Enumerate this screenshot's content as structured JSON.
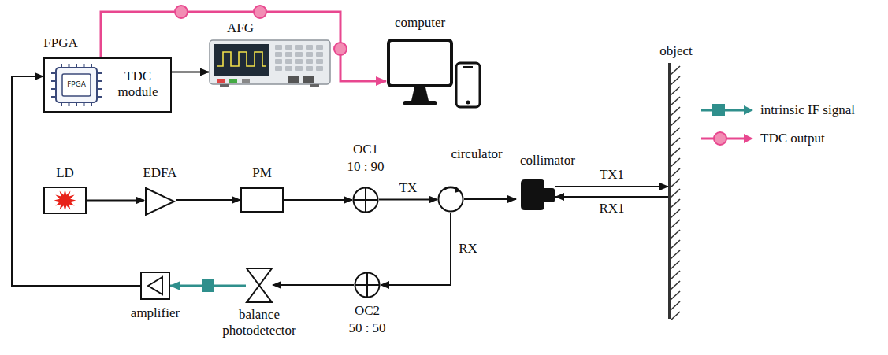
{
  "diagram": {
    "nodes": [
      {
        "text": [
          "FPGA",
          "TDC module"
        ]
      },
      {
        "text": [
          "FPGA"
        ],
        "in": 0
      },
      {
        "text": [
          "AFG"
        ]
      },
      {
        "text": [
          "computer"
        ]
      },
      {
        "text": [
          "LD"
        ]
      },
      {
        "text": [
          "EDFA"
        ]
      },
      {
        "text": [
          "PM"
        ]
      },
      {
        "text": [
          "OC1",
          "10 : 90"
        ]
      },
      {
        "text": [
          "circulator"
        ]
      },
      {
        "text": [
          "collimator"
        ]
      },
      {
        "text": [
          "object"
        ]
      },
      {
        "text": [
          "OC2",
          "50 : 50"
        ]
      },
      {
        "text": [
          "balance photodetector"
        ]
      },
      {
        "text": [
          "amplifier"
        ]
      }
    ],
    "edges": [
      {
        "from": 0,
        "to": 2,
        "arrow": "to"
      },
      {
        "from": 0,
        "to": 3,
        "arrow": "to"
      },
      {
        "from": 4,
        "to": 5,
        "arrow": "to"
      },
      {
        "from": 5,
        "to": 6,
        "arrow": "to"
      },
      {
        "from": 6,
        "to": 7,
        "arrow": "to"
      },
      {
        "from": 7,
        "to": 8,
        "label": "TX",
        "arrow": "to"
      },
      {
        "from": 8,
        "to": 9,
        "arrow": "to"
      },
      {
        "from": 9,
        "to": 10,
        "label": "TX1",
        "arrow": "to"
      },
      {
        "from": 10,
        "to": 9,
        "label": "RX1",
        "arrow": "to"
      },
      {
        "from": 8,
        "to": 11,
        "label": "RX",
        "arrow": "to"
      },
      {
        "from": 11,
        "to": 12,
        "arrow": "to"
      },
      {
        "from": 12,
        "to": 13,
        "arrow": "to"
      },
      {
        "from": 13,
        "to": 0,
        "arrow": "to"
      }
    ],
    "legend": [
      {
        "text": "intrinsic IF signal"
      },
      {
        "text": "TDC output"
      }
    ]
  }
}
